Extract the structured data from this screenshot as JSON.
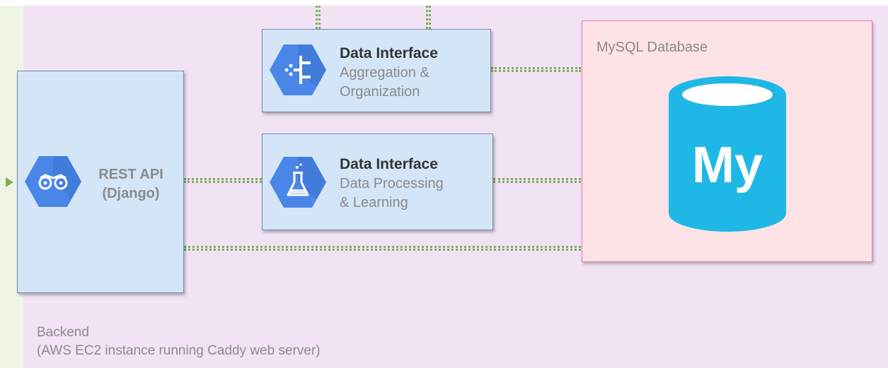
{
  "backend": {
    "label_line1": "Backend",
    "label_line2": "(AWS EC2 instance running Caddy web server)"
  },
  "rest_api": {
    "icon": "binoculars-icon",
    "title_line1": "REST API",
    "title_line2": "(Django)"
  },
  "interfaces": [
    {
      "icon": "tree-node-icon",
      "title": "Data Interface",
      "sub_line1": "Aggregation &",
      "sub_line2": "Organization"
    },
    {
      "icon": "flask-icon",
      "title": "Data Interface",
      "sub_line1": "Data Processing",
      "sub_line2": "& Learning"
    }
  ],
  "database": {
    "label": "MySQL Database",
    "logo_text": "My",
    "icon": "database-cylinder-icon"
  },
  "colors": {
    "backend_fill": "#f2e3f4",
    "card_fill": "#d5e5f8",
    "icon_hex": "#4a86e8",
    "connector": "#7dac5b",
    "db_fill": "#fde3e6",
    "db_border": "#e37bb7",
    "db_cylinder": "#1fb8e6"
  }
}
